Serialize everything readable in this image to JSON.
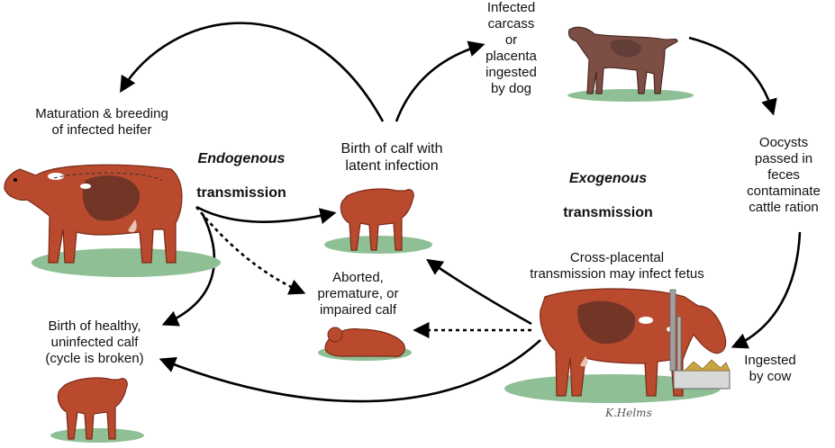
{
  "diagram": {
    "nodes": {
      "maturation": "Maturation & breeding\nof infected heifer",
      "endogenous_word": "Endogenous",
      "endogenous_transmission": "transmission",
      "birth_latent": "Birth of calf with\nlatent infection",
      "infected_carcass": "Infected\ncarcass\nor\nplacenta\ningested\nby dog",
      "exogenous_word": "Exogenous",
      "exogenous_transmission": "transmission",
      "oocysts": "Oocysts\npassed in\nfeces\ncontaminate\ncattle ration",
      "cross_placental": "Cross-placental\ntransmission may infect fetus",
      "aborted": "Aborted,\npremature, or\nimpaired calf",
      "birth_healthy": "Birth of healthy,\nuninfected calf\n(cycle is broken)",
      "ingested_by_cow": "Ingested\nby cow"
    },
    "illustrations": [
      {
        "name": "adult-cow-left",
        "depicts": "infected heifer"
      },
      {
        "name": "calf-latent",
        "depicts": "calf with latent infection"
      },
      {
        "name": "dog",
        "depicts": "dog definitive host"
      },
      {
        "name": "cow-eating",
        "depicts": "pregnant cow eating contaminated ration"
      },
      {
        "name": "calf-aborted",
        "depicts": "aborted calf lying down"
      },
      {
        "name": "calf-healthy",
        "depicts": "healthy calf"
      }
    ],
    "signature": "K.Helms",
    "colors": {
      "animal": "#b94a2e",
      "animal_dark": "#7a2a16",
      "infected_area": "#6b3326",
      "dog": "#7d4e44",
      "shadow": "#8fbf94",
      "arrow": "#000000"
    }
  }
}
